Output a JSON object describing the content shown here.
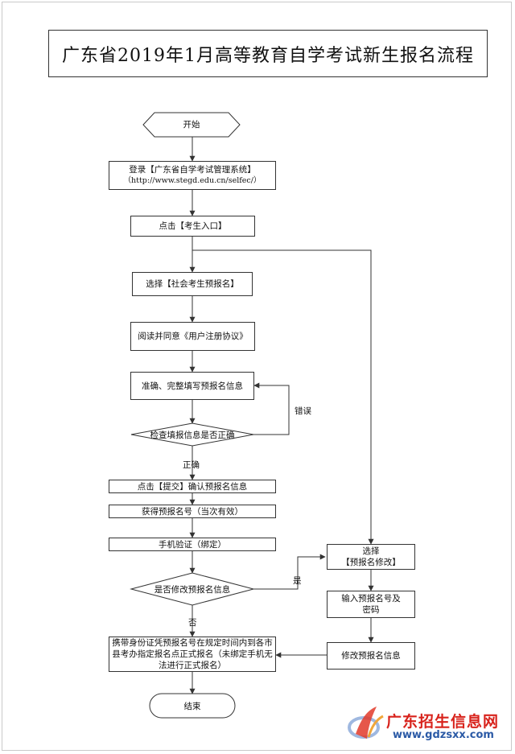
{
  "title": "广东省2019年1月高等教育自学考试新生报名流程",
  "nodes": {
    "start": "开始",
    "login_line1": "登录【广东省自学考试管理系统】",
    "login_line2": "（http://www.stegd.edu.cn/selfec/）",
    "click_entry": "点击【考生入口】",
    "choose_social": "选择【社会考生预报名】",
    "read_agree": "阅读并同意《用户注册协议》",
    "fill_info": "准确、完整填写预报名信息",
    "check_info": "检查填报信息是否正确",
    "submit": "点击【提交】确认预报名信息",
    "get_number": "获得预报名号（当次有效）",
    "phone_verify": "手机验证（绑定）",
    "modify_question": "是否修改预报名信息",
    "final_line1": "携带身份证凭预报名号在规定时间内到各市",
    "final_line2": "县考办指定报名点正式报名（未绑定手机无",
    "final_line3": "法进行正式报名）",
    "end": "结束",
    "choose_modify_line1": "选择",
    "choose_modify_line2": "【预报名修改】",
    "input_line1": "输入预报名号及",
    "input_line2": "密码",
    "modify_info": "修改预报名信息"
  },
  "edge_labels": {
    "error": "错误",
    "correct": "正确",
    "yes": "是",
    "no": "否"
  },
  "watermark": {
    "name": "广东招生信息网",
    "url": "www.gdzsxx.com"
  }
}
